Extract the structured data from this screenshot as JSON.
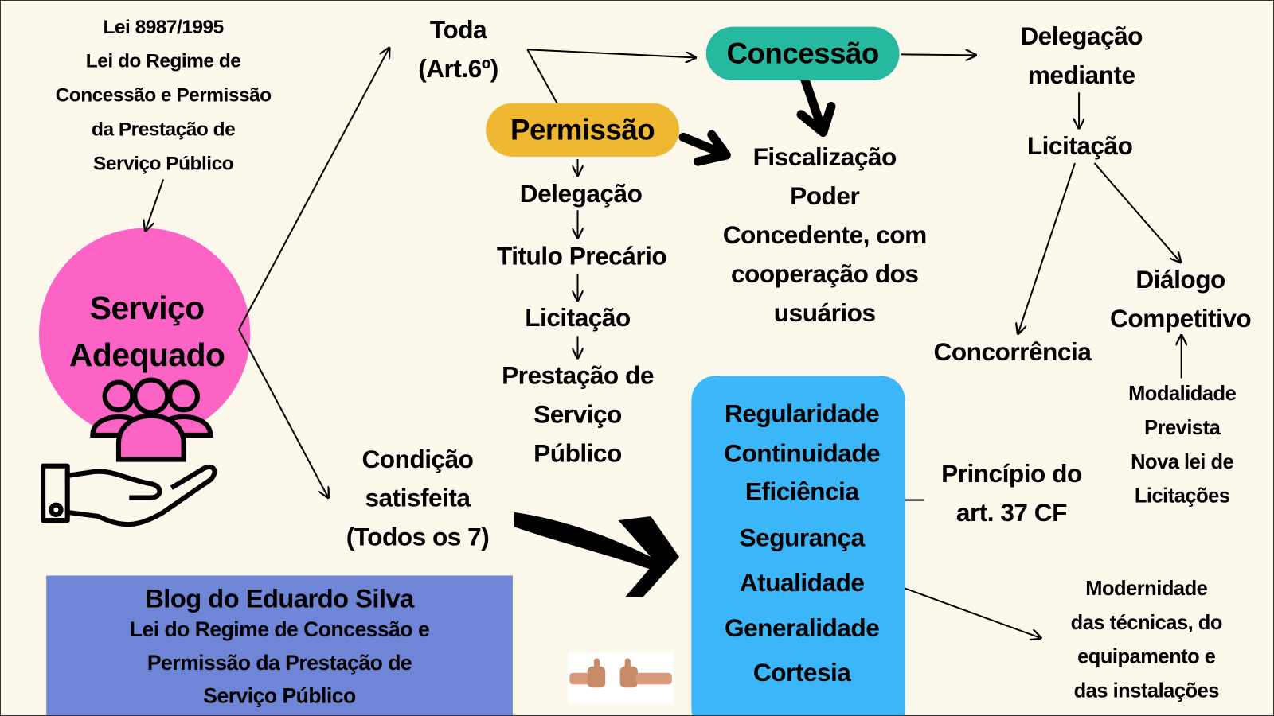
{
  "header_law": [
    "Lei 8987/1995",
    "Lei do Regime de",
    "Concessão e Permissão",
    "da Prestação de",
    "Serviço Público"
  ],
  "center_node": [
    "Serviço",
    "Adequado"
  ],
  "toda": [
    "Toda",
    "(Art.6º)"
  ],
  "concessao": "Concessão",
  "permissao": "Permissão",
  "delegacao_mediante": [
    "Delegação",
    "mediante"
  ],
  "licitacao_right": "Licitação",
  "dialogo": [
    "Diálogo",
    "Competitivo"
  ],
  "concorrencia": "Concorrência",
  "modalidade": [
    "Modalidade",
    "Prevista",
    "Nova lei de",
    "Licitações"
  ],
  "fiscalizacao": [
    "Fiscalização",
    "Poder",
    "Concedente, com",
    "cooperação dos",
    "usuários"
  ],
  "permissao_chain": {
    "delegacao": "Delegação",
    "titulo": "Titulo Precário",
    "licitacao": "Licitação",
    "prestacao": [
      "Prestação de",
      "Serviço",
      "Público"
    ]
  },
  "condicao": [
    "Condição",
    "satisfeita",
    "(Todos os 7)"
  ],
  "principles": [
    "Regularidade",
    "Continuidade",
    "Eficiência",
    "Segurança",
    "Atualidade",
    "Generalidade",
    "Cortesia"
  ],
  "principio_art": [
    "Princípio do",
    "art. 37 CF"
  ],
  "modernidade": [
    "Modernidade",
    "das técnicas, do",
    "equipamento e",
    "das instalações"
  ],
  "blog": {
    "title": "Blog do Eduardo Silva",
    "lines": [
      "Lei do Regime de Concessão e",
      "Permissão da Prestação de",
      "Serviço Público"
    ]
  },
  "colors": {
    "concessao": "#27b8a0",
    "permissao": "#f0b733",
    "circle": "#fb64c4",
    "principles_box": "#3bb6f8",
    "blog_box": "#6f86d6",
    "background": "#fdf8ec"
  }
}
